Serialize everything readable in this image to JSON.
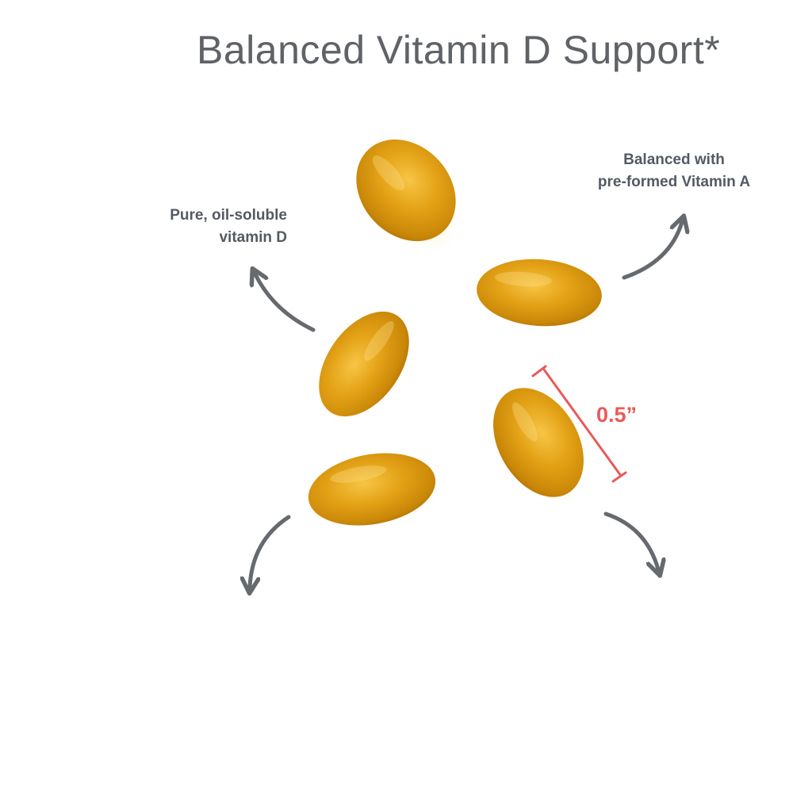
{
  "title": "Balanced Vitamin D Support*",
  "callouts": {
    "left": {
      "line1": "Pure, oil-soluble",
      "line2": "vitamin D"
    },
    "right": {
      "line1": "Balanced with",
      "line2": "pre-formed Vitamin A"
    }
  },
  "dimension": {
    "label": "0.5”"
  },
  "colors": {
    "title": "#5f6266",
    "callout_text": "#545a63",
    "arrow": "#666a6f",
    "dimension": "#e85a5a",
    "softgel": "#e0a012"
  },
  "icons": [
    "curved-arrow-icon",
    "softgel-capsule"
  ]
}
